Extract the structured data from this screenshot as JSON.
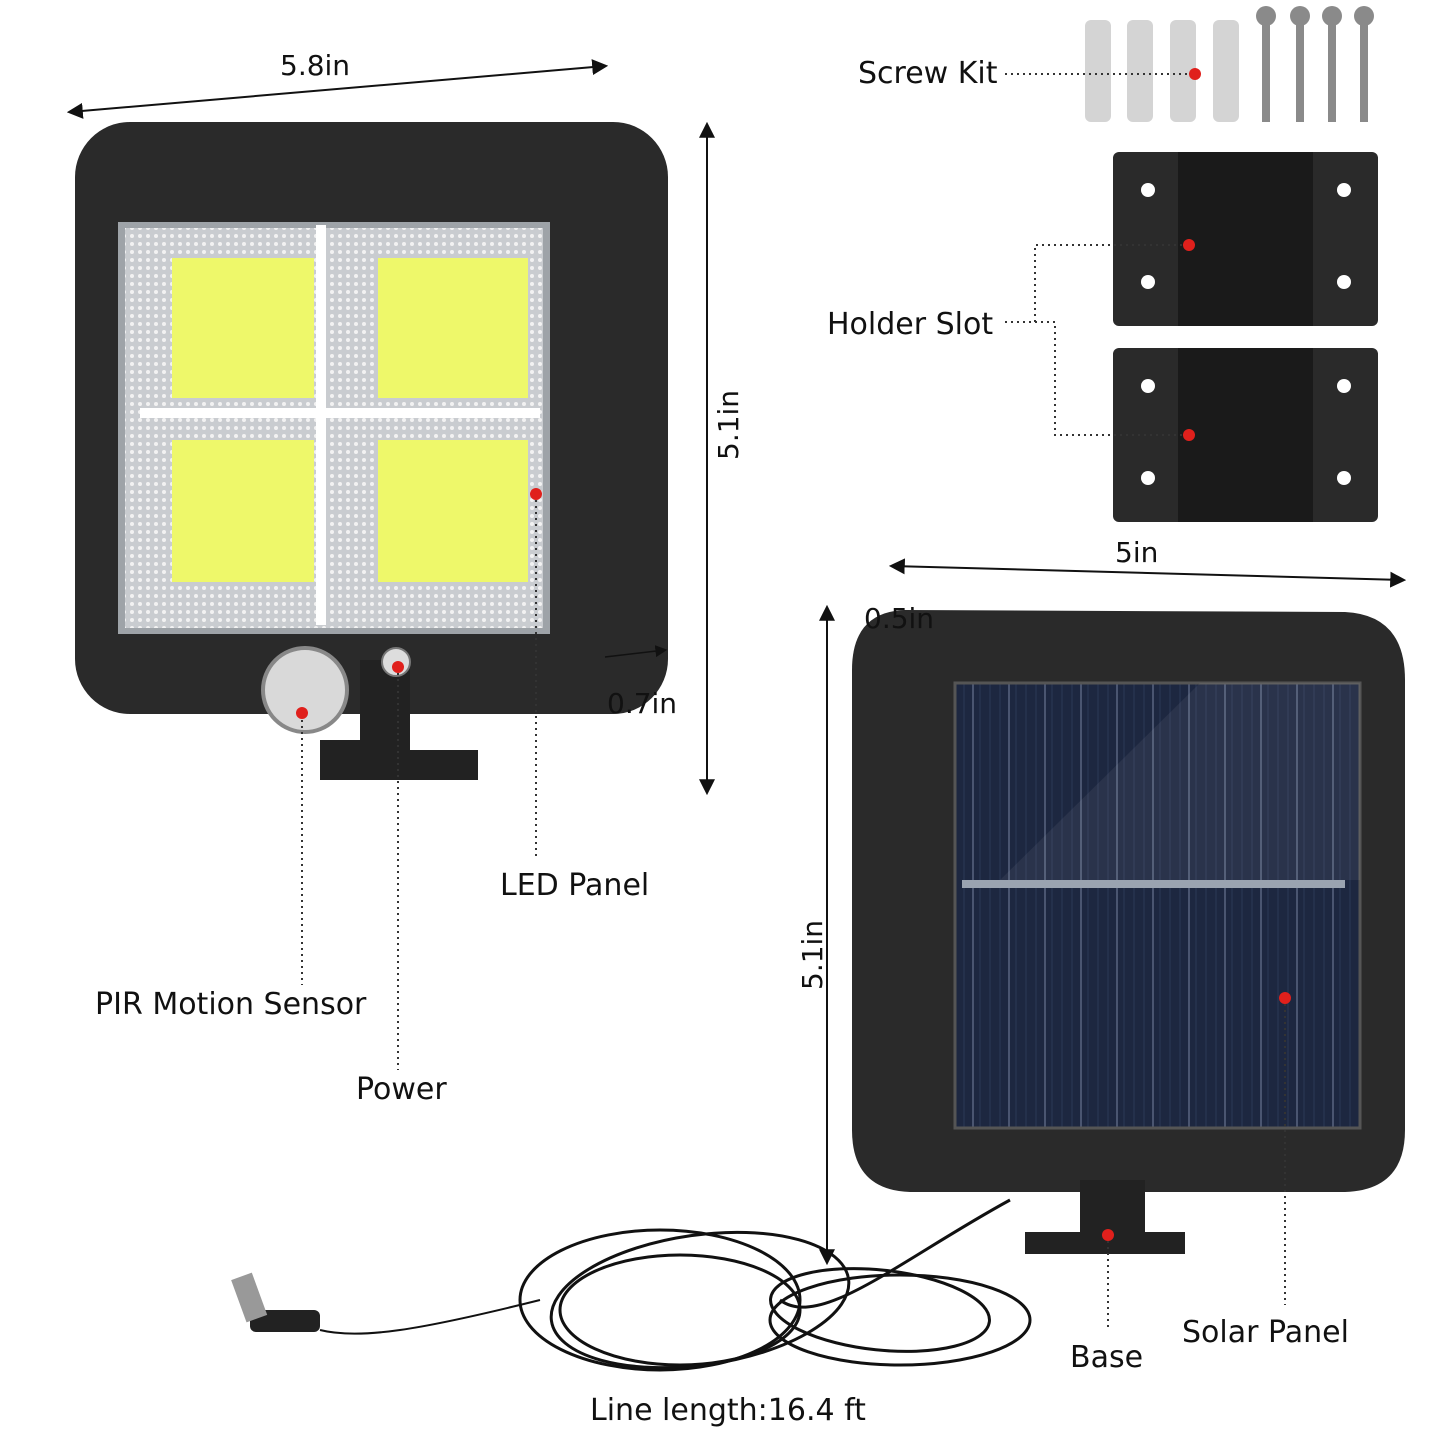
{
  "light_unit": {
    "width_label": "5.8in",
    "height_label": "5.1in",
    "depth_label": "0.7in",
    "callouts": {
      "led_panel": "LED Panel",
      "pir_sensor": "PIR Motion Sensor",
      "power": "Power"
    }
  },
  "accessories": {
    "screw_kit": "Screw Kit",
    "holder_slot": "Holder Slot"
  },
  "solar_unit": {
    "width_label": "5in",
    "depth_label": "0.5in",
    "height_label": "5.1in",
    "callouts": {
      "base": "Base",
      "solar_panel": "Solar Panel"
    },
    "cable_label": "Line length:16.4 ft"
  },
  "colors": {
    "marker": "#e0201c",
    "housing": "#2a2a2a",
    "led": "#eef86a",
    "cell": "#1f2a44"
  }
}
